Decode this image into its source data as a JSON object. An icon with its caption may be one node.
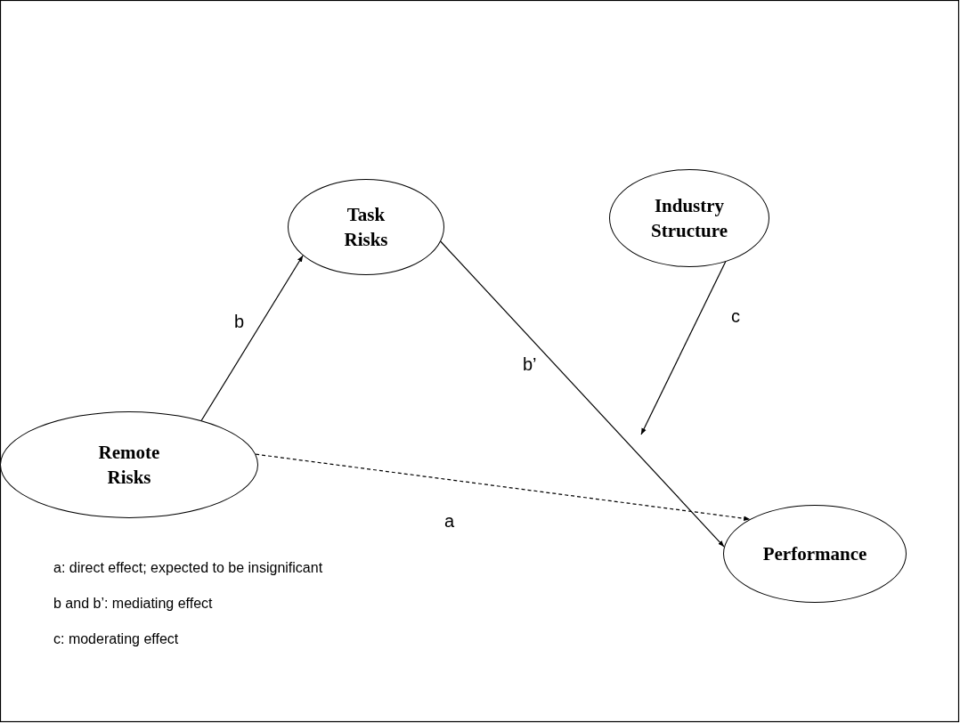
{
  "diagram": {
    "nodes": [
      {
        "text": [
          "Task Risks"
        ]
      },
      {
        "text": [
          "Industry Structure"
        ]
      },
      {
        "text": [
          "Remote Risks"
        ]
      },
      {
        "text": [
          "Performance"
        ]
      }
    ],
    "edges": [
      {
        "from": 2,
        "to": 0,
        "arrow": "to",
        "label": "b"
      },
      {
        "from": 0,
        "to": 3,
        "arrow": "to",
        "label": "b’"
      },
      {
        "from": 1,
        "to": null,
        "arrow": "to",
        "label": "c"
      },
      {
        "from": 2,
        "to": 3,
        "arrow": "to",
        "label": "a",
        "style": "dashed"
      }
    ],
    "labels": [
      "a: direct effect; expected to be insignificant",
      "b and b’: mediating effect",
      "c: moderating effect"
    ]
  }
}
